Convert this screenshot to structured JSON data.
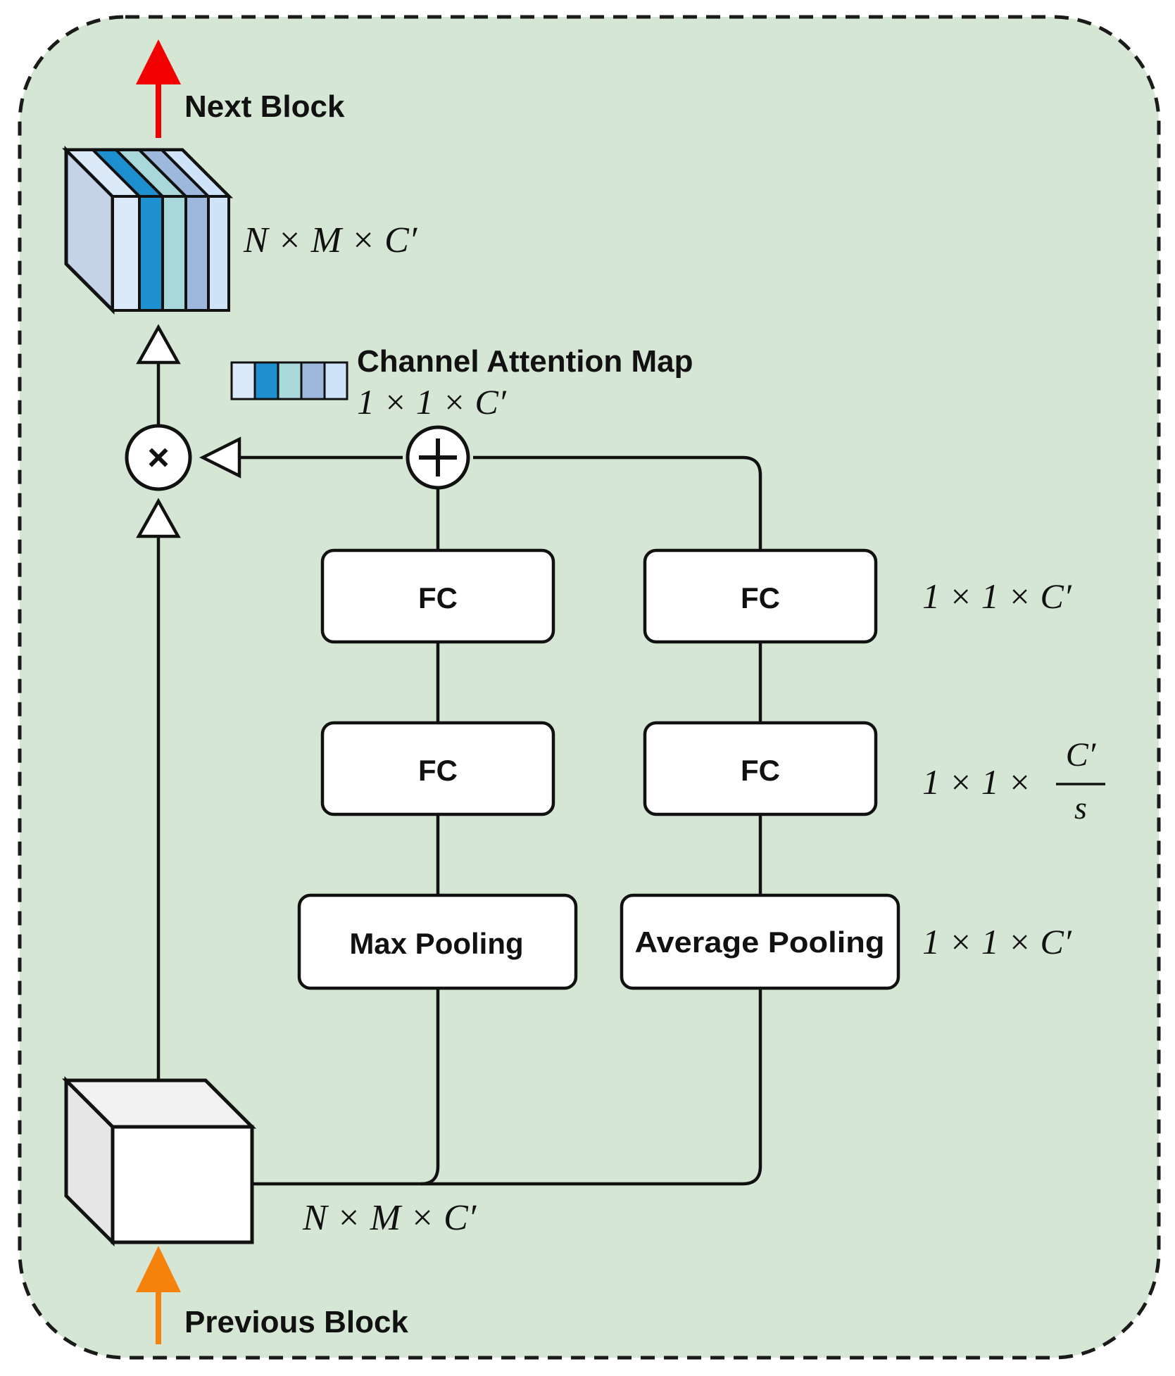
{
  "labels": {
    "next_block": "Next Block",
    "previous_block": "Previous Block",
    "channel_attention_map": "Channel Attention Map",
    "output_dims": "N × M × C′",
    "input_dims": "N × M × C′",
    "attention_dims": "1 × 1 × C′"
  },
  "branches": {
    "max": {
      "fc_top": "FC",
      "fc_mid": "FC",
      "pool": "Max Pooling"
    },
    "avg": {
      "fc_top": "FC",
      "fc_mid": "FC",
      "pool": "Average Pooling"
    }
  },
  "dims": {
    "fc_top": "1 × 1 × C′",
    "fc_mid_prefix": "1 × 1 ×",
    "fc_mid_num": "C′",
    "fc_mid_den": "s",
    "pool": "1 × 1 × C′"
  },
  "operators": {
    "multiply": "×",
    "add": "+"
  },
  "colors": {
    "background": "#d5e7d4",
    "next_arrow": "#f00000",
    "previous_arrow": "#f5820d",
    "channel_colors": [
      "#dbe9f8",
      "#1e8fcf",
      "#a8d8da",
      "#9eb7dc",
      "#cfe3f8"
    ]
  }
}
